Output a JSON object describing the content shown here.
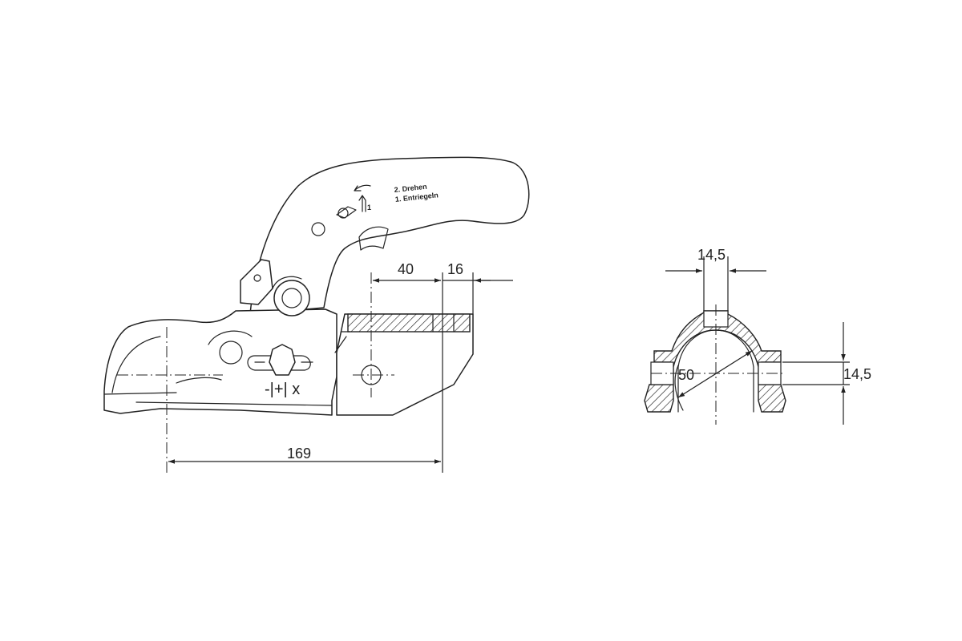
{
  "side_view": {
    "label_line_1": "2. Drehen",
    "label_line_2": "1. Entriegeln",
    "step_number": "1",
    "wear_symbol": "-|+| x",
    "dim_length": "169",
    "dim_hole_offset": "40",
    "dim_flange": "16"
  },
  "section_view": {
    "dim_top_width": "14,5",
    "dim_diameter": "50",
    "dim_height": "14,5"
  }
}
